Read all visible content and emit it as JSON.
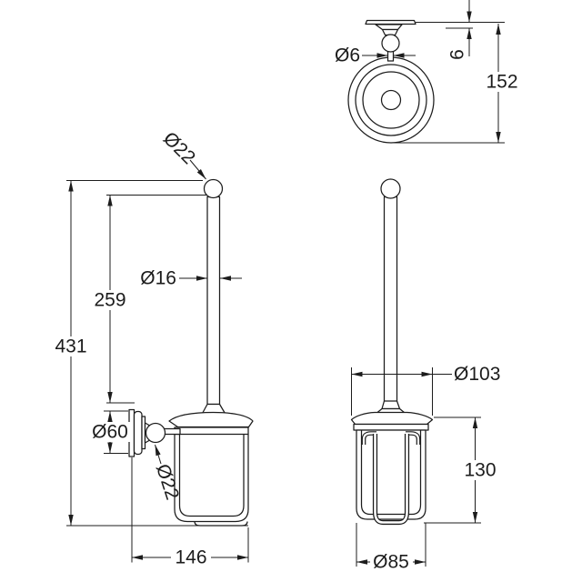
{
  "page": {
    "background": "#ffffff",
    "line_color": "#1c1c1c"
  },
  "labels": {
    "overall_height": "431",
    "rod_height": "259",
    "rod_diameter": "Ø16",
    "knob_diameter": "Ø22",
    "plate_diameter": "Ø60",
    "ball_joint_diameter": "Ø22",
    "depth_146": "146",
    "lid_diameter": "Ø103",
    "cup_height": "130",
    "cup_diameter": "Ø85",
    "wall_projection": "152",
    "plate_thickness": "6",
    "stem_diameter": "Ø6"
  },
  "views": {
    "side_view_dims": [
      "Ø22",
      "431",
      "259",
      "Ø16",
      "Ø60",
      "Ø22",
      "146"
    ],
    "front_view_dims": [
      "Ø103",
      "130",
      "Ø85"
    ],
    "top_view_dims": [
      "Ø6",
      "6",
      "152"
    ]
  }
}
